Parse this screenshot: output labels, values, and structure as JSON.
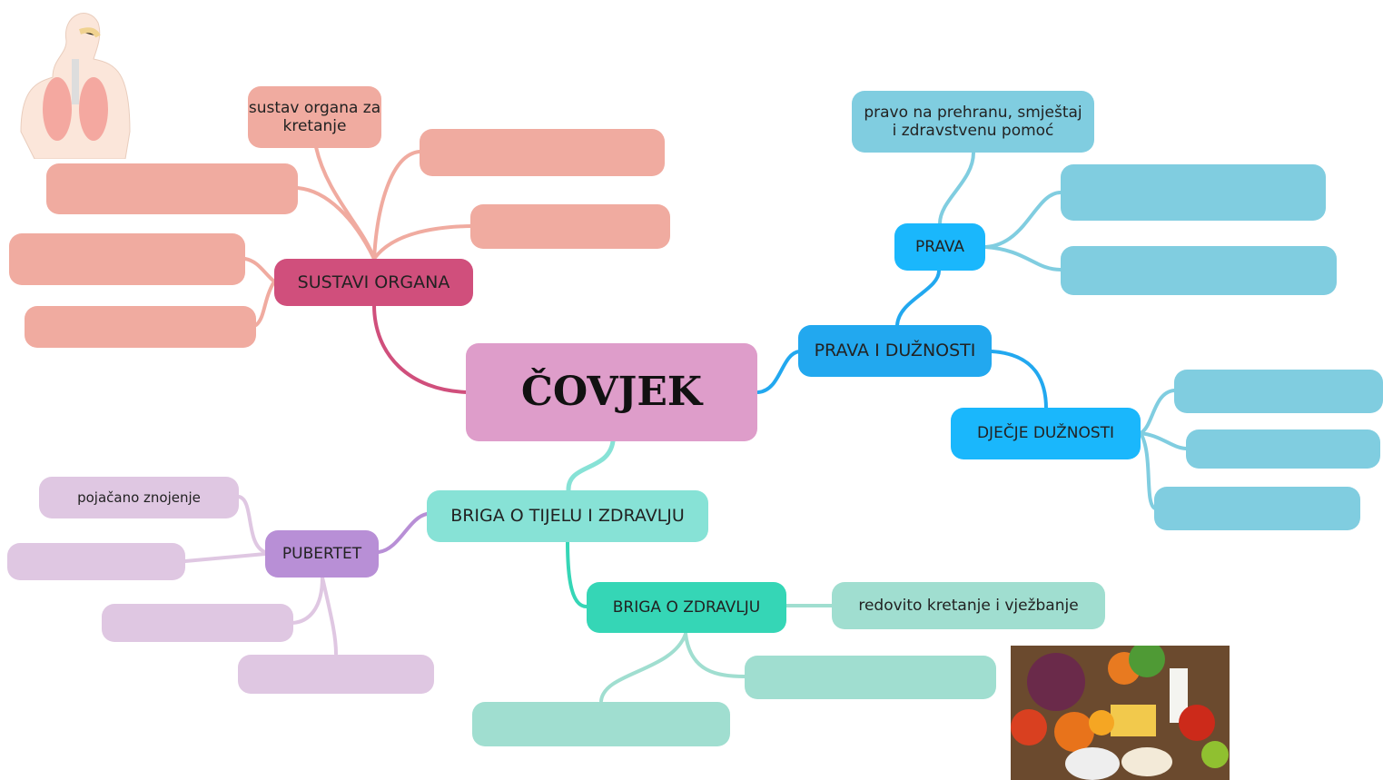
{
  "root": {
    "label": "ČOVJEK"
  },
  "branches": {
    "sustavi": {
      "label": "SUSTAVI ORGANA",
      "child_label": "sustav organa za kretanje"
    },
    "prava_duznosti": {
      "label": "PRAVA I DUŽNOSTI",
      "prava": "PRAVA",
      "prava_child": "pravo na prehranu, smještaj i zdravstvenu pomoć",
      "djecje": "DJEČJE DUŽNOSTI"
    },
    "briga": {
      "label": "BRIGA O TIJELU I ZDRAVLJU",
      "pubertet": "PUBERTET",
      "pubertet_child": "pojačano znojenje",
      "zdravlje": "BRIGA O ZDRAVLJU",
      "zdravlje_child": "redovito kretanje i vježbanje"
    }
  },
  "colors": {
    "sustavi": "#d04f7c",
    "salmon": "#f0aba0",
    "root": "#de9dca",
    "blue": "#22a8ef",
    "lightblue": "#80cde0",
    "teal": "#87e2d6",
    "green": "#35d6b6",
    "mint": "#a0ded0",
    "purple": "#b88fd6",
    "lavender": "#dfc7e2"
  },
  "images": [
    "respiratory-system-illustration",
    "healthy-food-photo"
  ]
}
